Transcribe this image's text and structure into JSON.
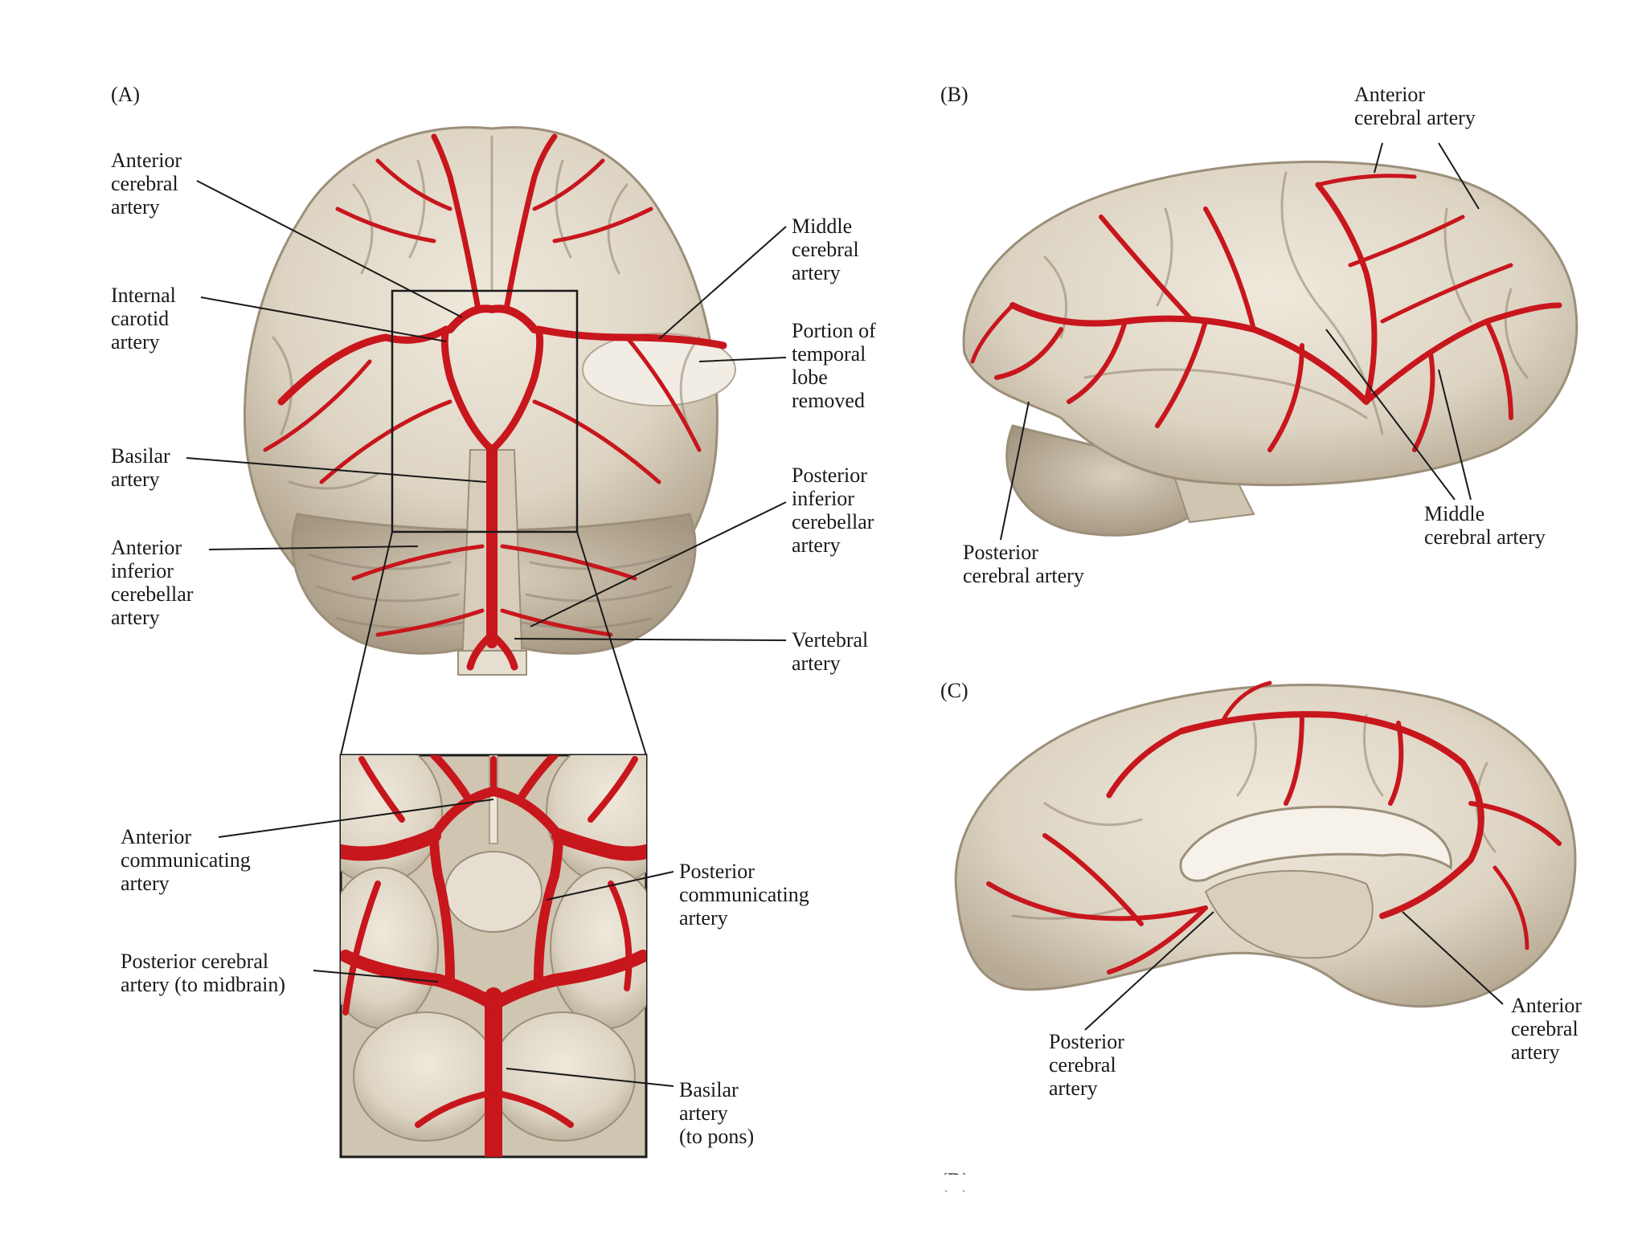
{
  "panels": {
    "a": "(A)",
    "b": "(B)",
    "c": "(C)",
    "d": "(D)"
  },
  "labels_a": {
    "anterior_cerebral": [
      "Anterior",
      "cerebral",
      "artery"
    ],
    "internal_carotid": [
      "Internal",
      "carotid",
      "artery"
    ],
    "basilar": [
      "Basilar",
      "artery"
    ],
    "anterior_inferior_cerebellar": [
      "Anterior",
      "inferior",
      "cerebellar",
      "artery"
    ],
    "middle_cerebral": [
      "Middle",
      "cerebral",
      "artery"
    ],
    "temporal_lobe": [
      "Portion of",
      "temporal",
      "lobe",
      "removed"
    ],
    "posterior_inferior_cerebellar": [
      "Posterior",
      "inferior",
      "cerebellar",
      "artery"
    ],
    "vertebral": [
      "Vertebral",
      "artery"
    ]
  },
  "labels_inset": {
    "anterior_communicating": [
      "Anterior",
      "communicating",
      "artery"
    ],
    "posterior_cerebral_midbrain": [
      "Posterior cerebral",
      "artery (to midbrain)"
    ],
    "posterior_communicating": [
      "Posterior",
      "communicating",
      "artery"
    ],
    "basilar_pons": [
      "Basilar",
      "artery",
      "(to pons)"
    ]
  },
  "labels_b": {
    "anterior_cerebral": [
      "Anterior",
      "cerebral artery"
    ],
    "middle_cerebral": [
      "Middle",
      "cerebral artery"
    ],
    "posterior_cerebral": [
      "Posterior",
      "cerebral artery"
    ]
  },
  "labels_c": {
    "anterior_cerebral": [
      "Anterior",
      "cerebral",
      "artery"
    ],
    "posterior_cerebral": [
      "Posterior",
      "cerebral",
      "artery"
    ]
  },
  "colors": {
    "artery": "#c8161d",
    "brain_tissue": "#ddd4c3",
    "brain_shadow": "#b7aa94",
    "brain_highlight": "#efe9dc",
    "ink": "#1a1a1a"
  }
}
